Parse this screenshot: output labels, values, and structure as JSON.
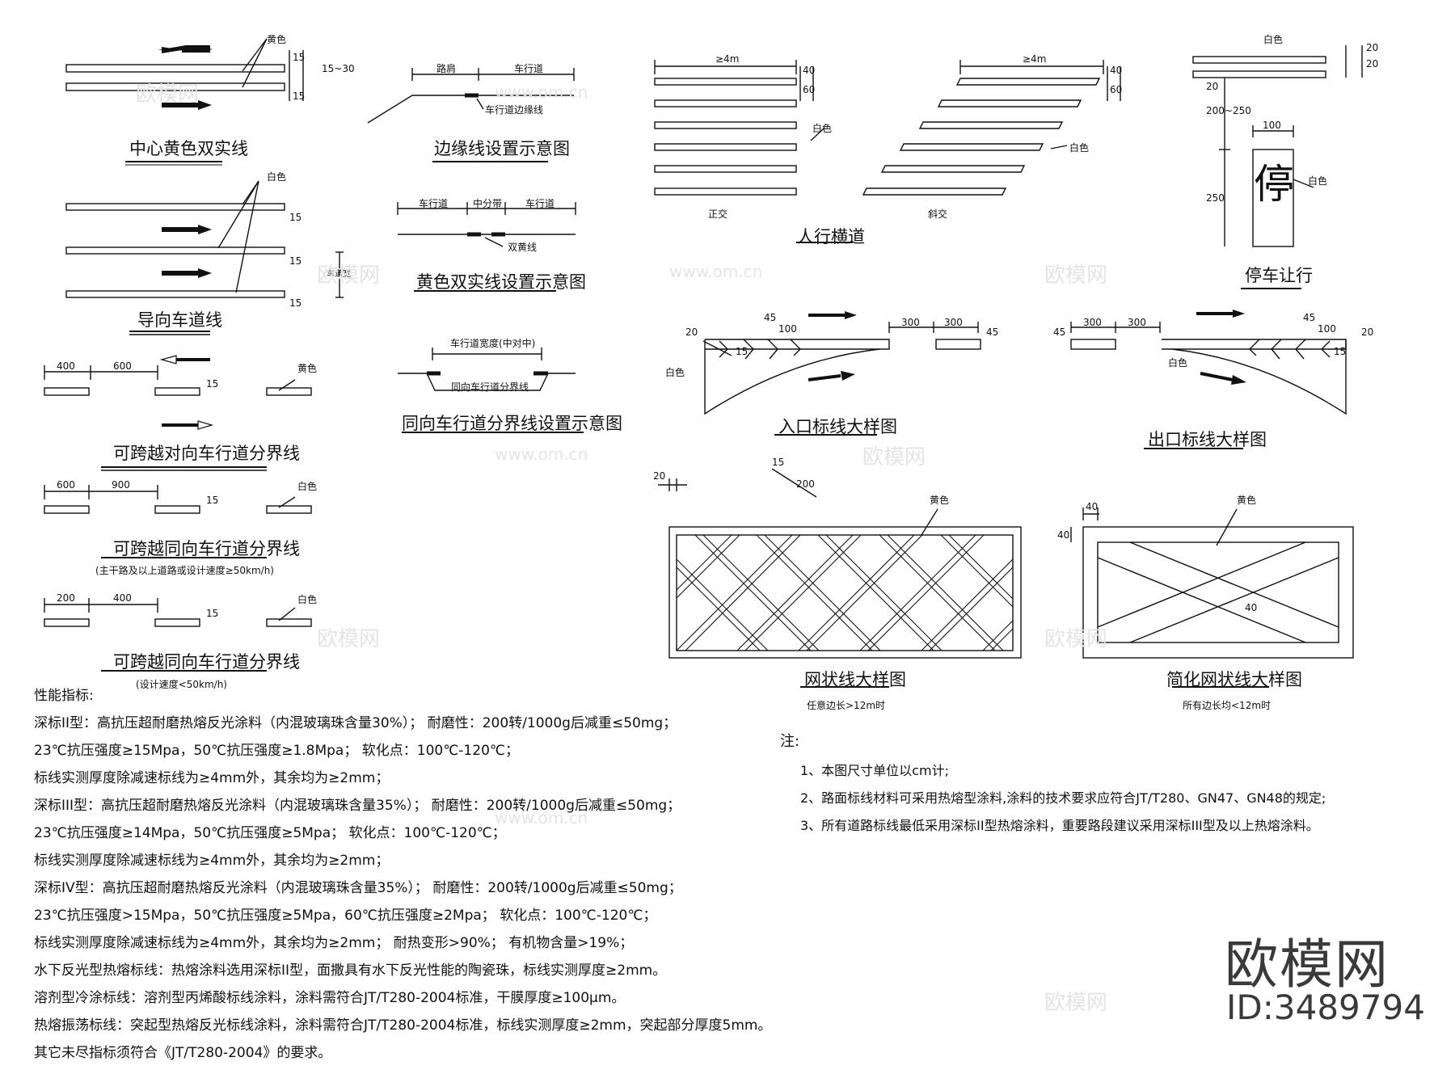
{
  "colors": {
    "line": "#111111",
    "watermark": "#e0e0e0",
    "badge": "#3a3a3a"
  },
  "watermark": {
    "brand": "欧模网",
    "id": "ID:3489794",
    "url": "www.om.cn"
  },
  "diagrams": {
    "center_yellow_double": {
      "title": "中心黄色双实线",
      "color_label": "黄色",
      "dims": [
        "15",
        "15~30",
        "15"
      ]
    },
    "guide_lane": {
      "title": "导向车道线",
      "color_label": "白色",
      "dims": [
        "15",
        "15",
        "15"
      ],
      "lane_width": "车道宽"
    },
    "opposite_divider": {
      "title": "可跨越对向车行道分界线",
      "color_label": "黄色",
      "dims": [
        "400",
        "600",
        "15"
      ]
    },
    "same_dir_divider_1": {
      "title": "可跨越同向车行道分界线",
      "note": "(主干路及以上道路或设计速度≥50km/h)",
      "color_label": "白色",
      "dims": [
        "600",
        "900",
        "15"
      ]
    },
    "same_dir_divider_2": {
      "title": "可跨越同向车行道分界线",
      "note": "(设计速度<50km/h)",
      "color_label": "白色",
      "dims": [
        "200",
        "400",
        "15"
      ]
    },
    "edge_line": {
      "title": "边缘线设置示意图",
      "labels": [
        "路肩",
        "车行道",
        "车行道边缘线"
      ]
    },
    "yellow_double_setting": {
      "title": "黄色双实线设置示意图",
      "labels": [
        "车行道",
        "中分带",
        "车行道",
        "双黄线"
      ]
    },
    "same_dir_setting": {
      "title": "同向车行道分界线设置示意图",
      "labels": [
        "车行道宽度(中对中)",
        "同向车行道分界线"
      ]
    },
    "crosswalk": {
      "title": "人行横道",
      "labels": [
        "≥4m",
        "≥4m",
        "40",
        "60",
        "40",
        "60",
        "白色",
        "白色",
        "正交",
        "斜交"
      ]
    },
    "stop_yield": {
      "title": "停车让行",
      "labels": [
        "白色",
        "20",
        "20",
        "20",
        "200~250",
        "100",
        "250",
        "停",
        "白色"
      ]
    },
    "entry": {
      "title": "入口标线大样图",
      "labels": [
        "20",
        "45",
        "100",
        "15",
        "300",
        "300",
        "45",
        "白色"
      ]
    },
    "exit": {
      "title": "出口标线大样图",
      "labels": [
        "45",
        "300",
        "300",
        "45",
        "100",
        "20",
        "15",
        "白色"
      ]
    },
    "grid": {
      "title": "网状线大样图",
      "note": "任意边长>12m时",
      "labels": [
        "20",
        "15",
        "200",
        "黄色"
      ]
    },
    "simple_grid": {
      "title": "简化网状线大样图",
      "note": "所有边长均<12m时",
      "labels": [
        "40",
        "40",
        "40",
        "黄色"
      ]
    }
  },
  "specs": {
    "heading": "性能指标:",
    "lines": [
      "深标II型：高抗压超耐磨热熔反光涂料（内混玻璃珠含量30%）；        耐磨性：200转/1000g后减重≤50mg；",
      "23℃抗压强度≥15Mpa，50℃抗压强度≥1.8Mpa；      软化点：100℃-120℃；",
      "标线实测厚度除减速标线为≥4mm外，其余均为≥2mm；",
      "深标III型：高抗压超耐磨热熔反光涂料（内混玻璃珠含量35%）；       耐磨性：200转/1000g后减重≤50mg；",
      "23℃抗压强度≥14Mpa，50℃抗压强度≥5Mpa；       软化点：100℃-120℃；",
      "标线实测厚度除减速标线为≥4mm外，其余均为≥2mm；",
      "深标IV型：高抗压超耐磨热熔反光涂料（内混玻璃珠含量35%）；       耐磨性：200转/1000g后减重≤50mg；",
      "23℃抗压强度>15Mpa，50℃抗压强度≥5Mpa，60℃抗压强度≥2Mpa；     软化点：100℃-120℃；",
      "标线实测厚度除减速标线为≥4mm外，其余均为≥2mm；   耐热变形>90%；   有机物含量>19%；",
      "水下反光型热熔标线：热熔涂料选用深标II型，面撒具有水下反光性能的陶瓷珠，标线实测厚度≥2mm。",
      "溶剂型冷涂标线：溶剂型丙烯酸标线涂料，涂料需符合JT/T280-2004标准，干膜厚度≥100μm。",
      "热熔振荡标线：突起型热熔反光标线涂料，涂料需符合JT/T280-2004标准，标线实测厚度≥2mm，突起部分厚度5mm。",
      "其它未尽指标须符合《JT/T280-2004》的要求。"
    ]
  },
  "notes": {
    "heading": "注:",
    "items": [
      "1、本图尺寸单位以cm计;",
      "2、路面标线材料可采用热熔型涂料,涂料的技术要求应符合JT/T280、GN47、GN48的规定;",
      "3、所有道路标线最低采用深标II型热熔涂料，重要路段建议采用深标III型及以上热熔涂料。"
    ]
  }
}
